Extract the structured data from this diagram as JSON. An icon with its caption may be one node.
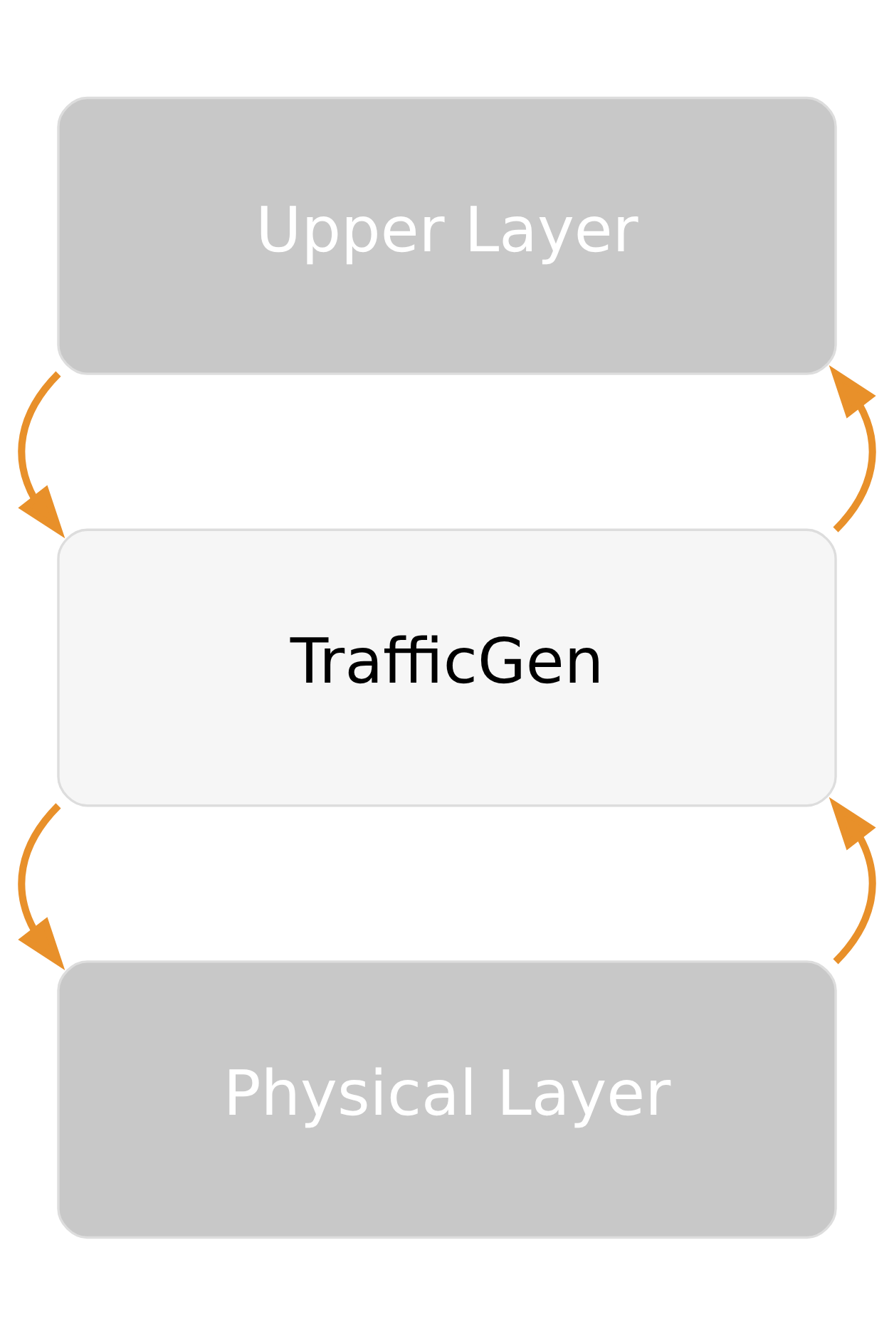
{
  "diagram": {
    "nodes": [
      {
        "text": [
          "Upper Layer"
        ]
      },
      {
        "text": [
          "TrafficGen"
        ]
      },
      {
        "text": [
          "Physical Layer"
        ]
      }
    ],
    "edges": [
      {
        "from": 0,
        "to": 1,
        "arrow": "to"
      },
      {
        "from": 1,
        "to": 0,
        "arrow": "to"
      },
      {
        "from": 1,
        "to": 2,
        "arrow": "to"
      },
      {
        "from": 2,
        "to": 1,
        "arrow": "to"
      }
    ]
  }
}
